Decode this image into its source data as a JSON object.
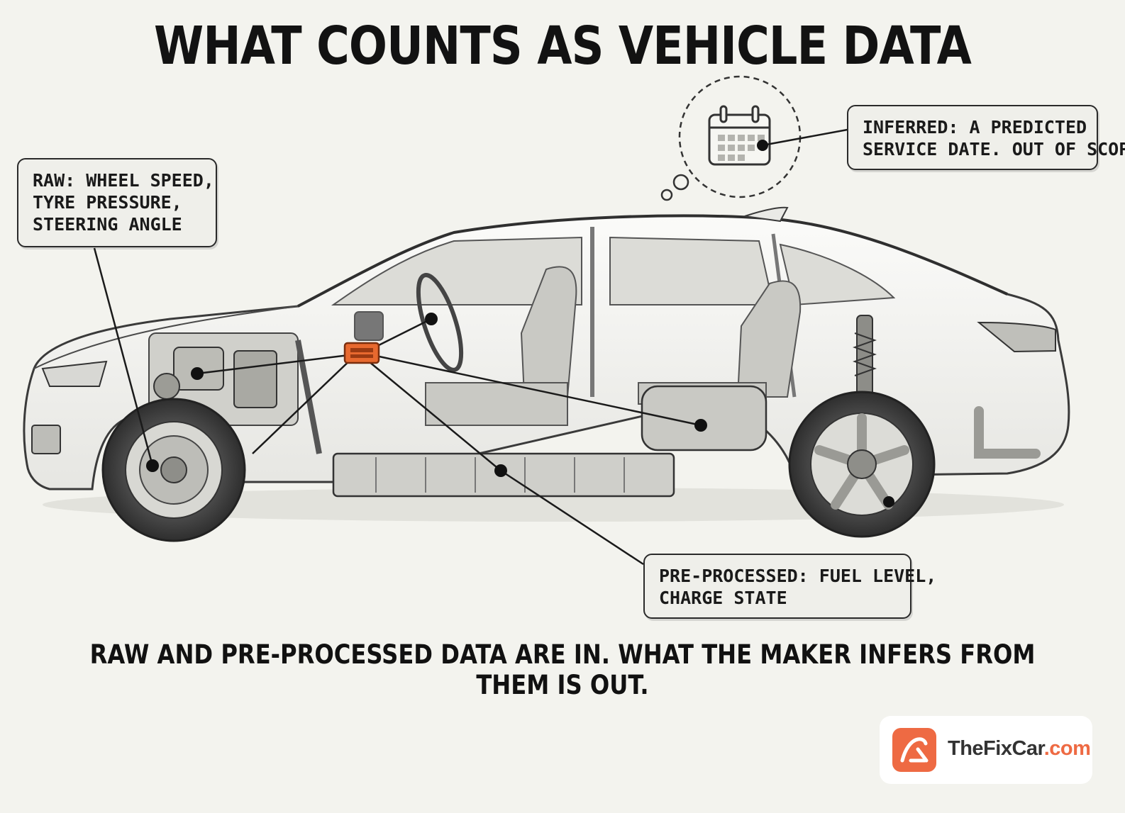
{
  "title": "WHAT COUNTS AS VEHICLE DATA",
  "callouts": {
    "raw": {
      "lines": [
        "RAW: WHEEL SPEED,",
        "TYRE PRESSURE,",
        "STEERING ANGLE"
      ]
    },
    "inferred": {
      "lines": [
        "INFERRED: A PREDICTED",
        "SERVICE DATE. OUT OF SCOPE"
      ]
    },
    "preprocessed": {
      "lines": [
        "PRE-PROCESSED: FUEL LEVEL,",
        "CHARGE STATE"
      ]
    }
  },
  "footer": "RAW AND PRE-PROCESSED DATA ARE IN. WHAT THE MAKER INFERS FROM THEM IS OUT.",
  "brand": {
    "name_main": "TheFixCar",
    "name_suffix": ".com"
  },
  "colors": {
    "background": "#f3f3ee",
    "obd_port": "#e8692f",
    "brand_accent": "#ee6a43",
    "text": "#121212"
  },
  "icons": [
    "calendar-icon",
    "obd-port-icon",
    "brand-logo-icon"
  ]
}
